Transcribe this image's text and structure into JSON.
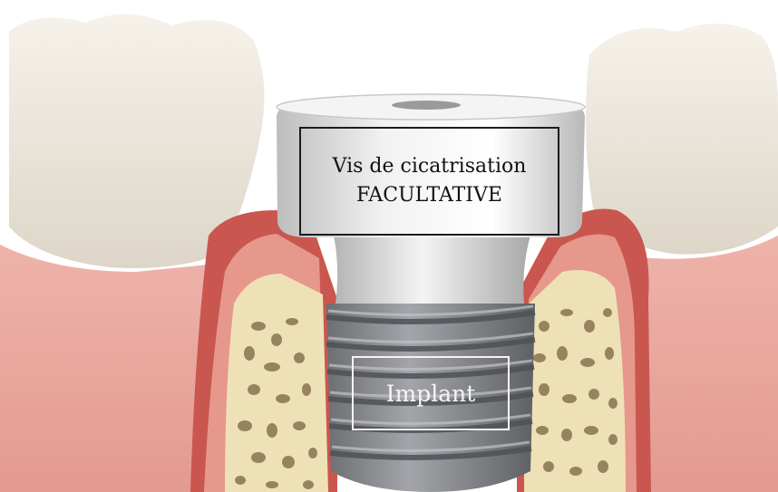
{
  "labels": {
    "healing_screw_line1": "Vis de cicatrisation",
    "healing_screw_line2": "FACULTATIVE",
    "implant": "Implant"
  },
  "colors": {
    "tooth_enamel": "#ece6db",
    "gum": "#e8a49a",
    "gum_cut": "#c9574f",
    "bone": "#efe1b6",
    "bone_pores": "#6e5a3a",
    "titanium_cap": "#e6e6e6",
    "implant_thread": "#8f9196"
  }
}
